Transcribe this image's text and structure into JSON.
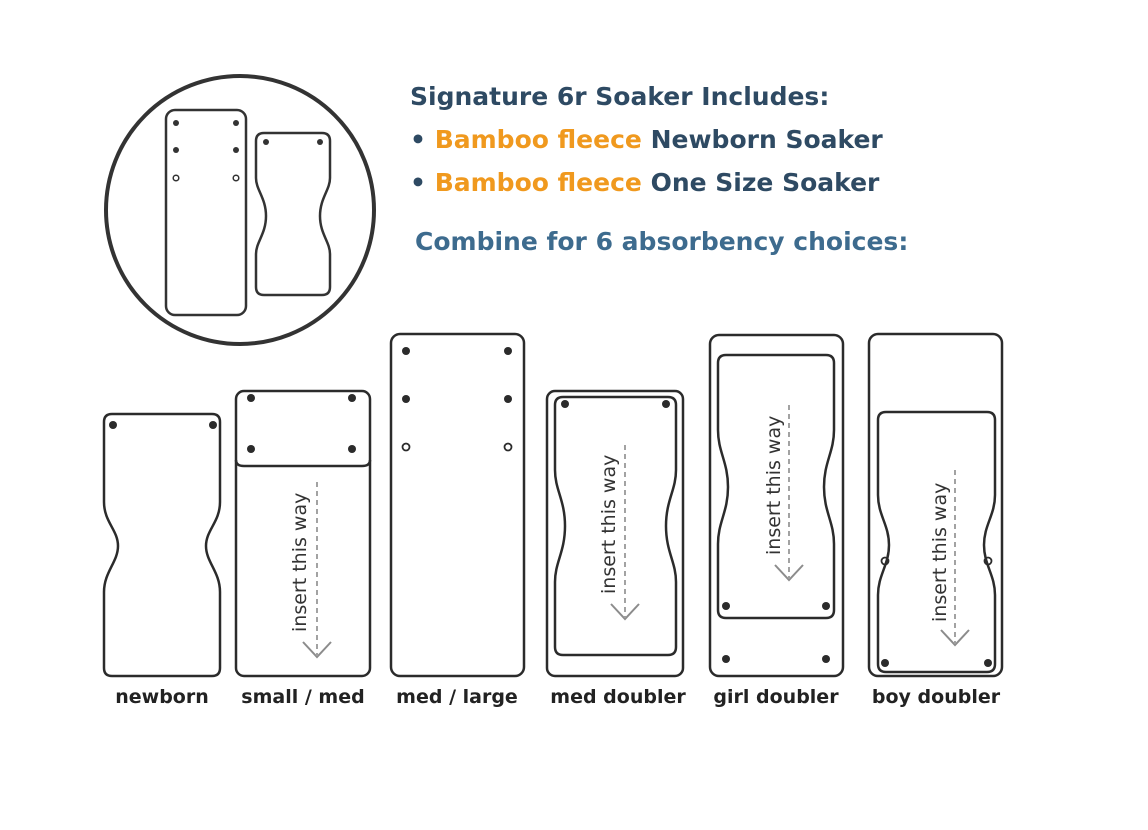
{
  "header": {
    "title": "Signature 6r Soaker Includes:",
    "bullets": [
      {
        "marker": "•",
        "material": "Bamboo fleece",
        "item": "Newborn Soaker"
      },
      {
        "marker": "•",
        "material": "Bamboo fleece",
        "item": "One Size Soaker"
      }
    ],
    "combine_text": "Combine for 6 absorbency choices:"
  },
  "arrow_label": "insert this way",
  "options": [
    {
      "label": "newborn"
    },
    {
      "label": "small / med"
    },
    {
      "label": "med / large"
    },
    {
      "label": "med doubler"
    },
    {
      "label": "girl doubler"
    },
    {
      "label": "boy doubler"
    }
  ],
  "colors": {
    "heading": "#2e4a63",
    "combine": "#3d6b8e",
    "accent": "#f0991e",
    "outline": "#2b2b2b",
    "arrow": "#8c8c8c"
  }
}
